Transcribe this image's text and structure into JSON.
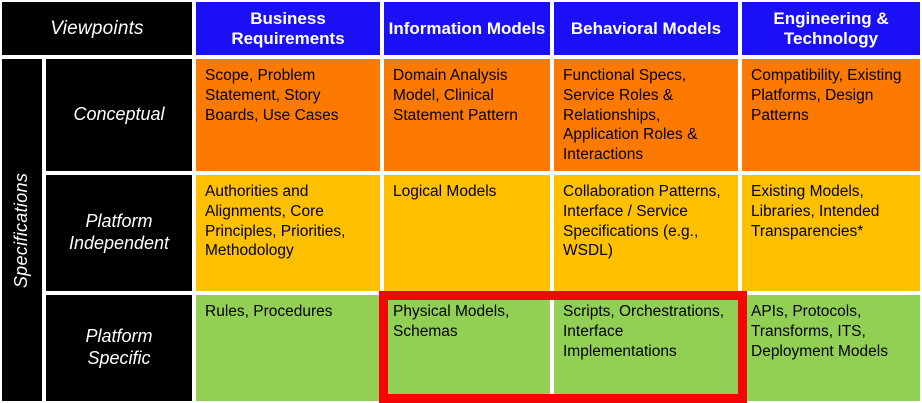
{
  "matrix": {
    "corner_label": "Viewpoints",
    "row_axis_label": "Specifications",
    "columns": [
      {
        "id": "business-requirements",
        "label": "Business Requirements"
      },
      {
        "id": "information-models",
        "label": "Information Models"
      },
      {
        "id": "behavioral-models",
        "label": "Behavioral Models"
      },
      {
        "id": "engineering-technology",
        "label": "Engineering & Technology"
      }
    ],
    "rows": [
      {
        "id": "conceptual",
        "label": "Conceptual",
        "cells": [
          "Scope, Problem Statement, Story Boards, Use Cases",
          "Domain Analysis Model, Clinical Statement Pattern",
          "Functional Specs, Service Roles & Relationships, Application Roles & Interactions",
          "Compatibility, Existing Platforms, Design Patterns"
        ]
      },
      {
        "id": "platform-independent",
        "label": "Platform Independent",
        "cells": [
          "Authorities and Alignments,  Core Principles, Priorities, Methodology",
          "Logical Models",
          "Collaboration Patterns, Interface / Service Specifications (e.g., WSDL)",
          "Existing Models, Libraries, Intended Transparencies*"
        ]
      },
      {
        "id": "platform-specific",
        "label": "Platform Specific",
        "cells": [
          "Rules, Procedures",
          "Physical Models, Schemas",
          "Scripts, Orchestrations, Interface Implementations",
          "APIs, Protocols, Transforms, ITS, Deployment Models"
        ]
      }
    ],
    "colors": {
      "header": "#1b0ff5",
      "axis": "#000000",
      "conceptual": "#fc7a01",
      "platform_independent": "#ffc000",
      "platform_specific": "#92cf55",
      "highlight": "#f40606"
    },
    "highlight": {
      "row": "platform-specific",
      "columns": [
        "information-models",
        "behavioral-models"
      ]
    }
  }
}
